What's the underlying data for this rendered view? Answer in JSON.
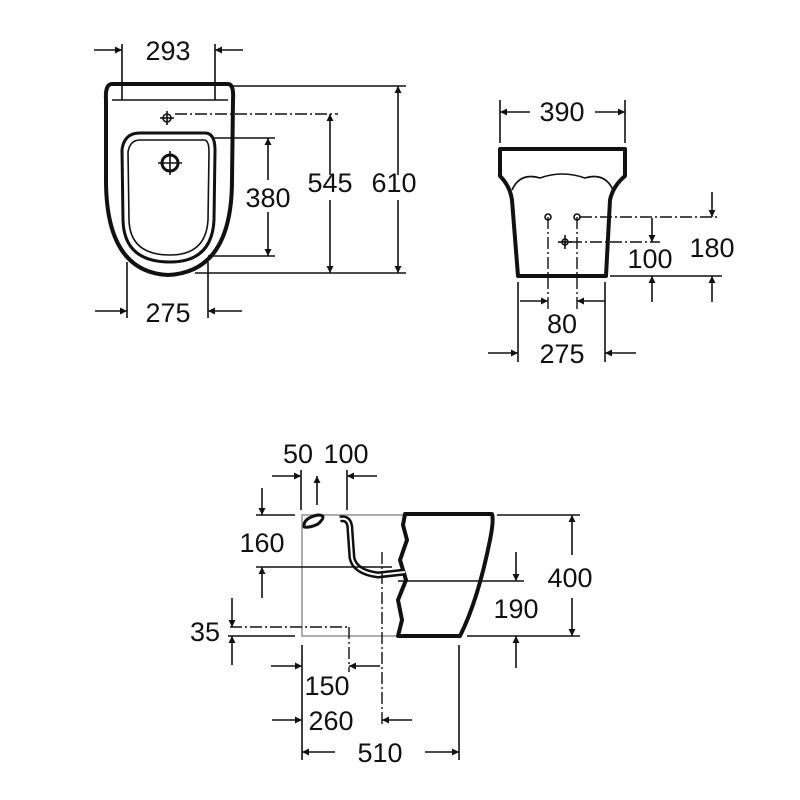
{
  "top_view": {
    "width_top": "293",
    "overall_length": "610",
    "bowl_to_tap": "545",
    "bowl_length": "380",
    "width_bottom": "275"
  },
  "front_view": {
    "width": "390",
    "fixing_height": "180",
    "inlet_height": "100",
    "fixing_spacing": "80",
    "base_width": "275"
  },
  "side_view": {
    "spout_offset": "50",
    "pipe_offset": "100",
    "drop_height": "160",
    "height": "400",
    "waste_height": "190",
    "floor_inlet_height": "35",
    "inlet_distance": "150",
    "waste_distance": "260",
    "depth": "510"
  }
}
